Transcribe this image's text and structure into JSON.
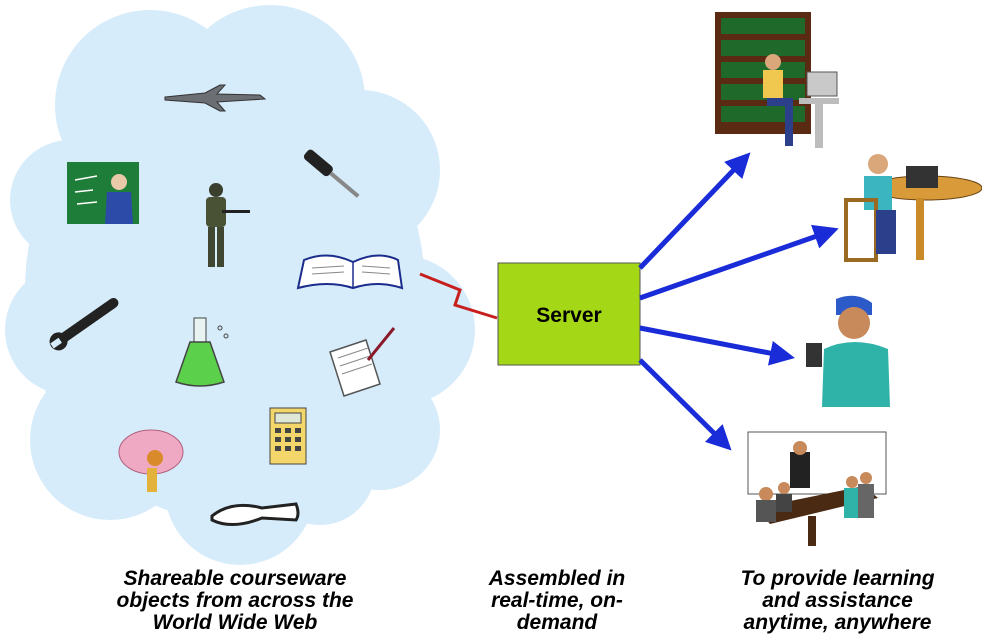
{
  "server": {
    "label": "Server"
  },
  "cloud_items": [
    "fighter-jet-icon",
    "screwdriver-icon",
    "teacher-at-chalkboard-icon",
    "soldier-icon",
    "open-book-icon",
    "wrench-icon",
    "chemistry-flask-icon",
    "paper-and-pen-icon",
    "calculator-icon",
    "brain-icon",
    "pliers-icon"
  ],
  "destinations": [
    "person-at-computer-in-library-icon",
    "person-at-laptop-desk-icon",
    "worker-with-handheld-device-icon",
    "meeting-room-icon"
  ],
  "captions": {
    "left": [
      "Shareable courseware",
      "objects from across the",
      "World Wide Web"
    ],
    "middle": [
      "Assembled in",
      "real-time, on-",
      "demand"
    ],
    "right": [
      "To provide learning",
      "and assistance",
      "anytime, anywhere"
    ]
  },
  "colors": {
    "cloud": "#d6ecfa",
    "server": "#a4d816",
    "arrow": "#1a2bd8",
    "link": "#c81e1e"
  }
}
